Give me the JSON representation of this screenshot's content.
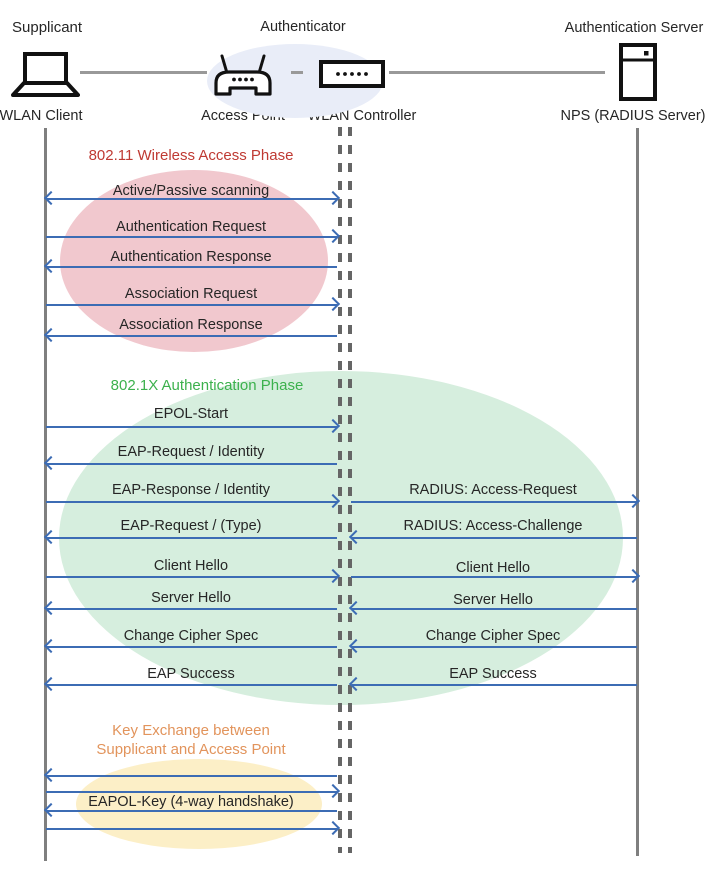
{
  "header": {
    "roles": {
      "supplicant": "Supplicant",
      "authenticator": "Authenticator",
      "auth_server": "Authentication Server"
    },
    "nodes": {
      "wlan_client": "WLAN Client",
      "access_point": "Access Point",
      "wlan_controller": "WLAN Controller",
      "nps": "NPS (RADIUS Server)"
    },
    "icons": [
      "laptop-icon",
      "access-point-icon",
      "wlan-controller-icon",
      "server-icon"
    ]
  },
  "phases": {
    "wireless": {
      "title": "802.11 Wireless Access Phase",
      "title_color": "#BF3A33",
      "ellipse_color": "#F1C8CE"
    },
    "auth": {
      "title": "802.1X Authentication Phase",
      "title_color": "#3CB14D",
      "ellipse_color": "#D6EEDE"
    },
    "key_exchange": {
      "title": "Key Exchange between\nSupplicant and Access Point",
      "title_color": "#E2945C",
      "ellipse_color": "#FCEFC7"
    }
  },
  "messages": {
    "wireless": [
      "Active/Passive scanning",
      "Authentication Request",
      "Authentication Response",
      "Association Request",
      "Association Response"
    ],
    "auth_left": [
      "EPOL-Start",
      "EAP-Request / Identity",
      "EAP-Response / Identity",
      "EAP-Request / (Type)",
      "Client Hello",
      "Server Hello",
      "Change Cipher Spec",
      "EAP Success"
    ],
    "auth_right": [
      "RADIUS: Access-Request",
      "RADIUS: Access-Challenge",
      "Client Hello",
      "Server Hello",
      "Change Cipher Spec",
      "EAP Success"
    ],
    "key": [
      "EAPOL-Key (4-way handshake)"
    ]
  },
  "colors": {
    "arrow_blue": "#3C6CB4",
    "lifeline_gray": "#7F7F7F",
    "dashed_line_gray": "#666666",
    "header_ellipse": "#E9EDF8"
  }
}
